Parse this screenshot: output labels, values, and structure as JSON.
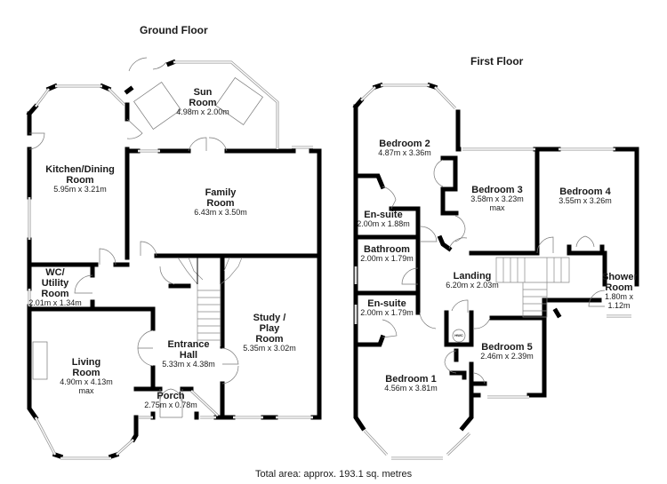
{
  "ground_floor": {
    "title": "Ground Floor",
    "rooms": [
      {
        "name": "Sun Room",
        "dimensions": "4.98m x 2.00m"
      },
      {
        "name": "Kitchen/Dining Room",
        "dimensions": "5.95m x 3.21m"
      },
      {
        "name": "Family Room",
        "dimensions": "6.43m x 3.50m"
      },
      {
        "name": "WC/ Utility Room",
        "dimensions": "2.01m x 1.34m"
      },
      {
        "name": "Study / Play Room",
        "dimensions": "5.35m x 3.02m"
      },
      {
        "name": "Entrance Hall",
        "dimensions": "5.33m x 4.38m"
      },
      {
        "name": "Living Room",
        "dimensions": "4.90m x 4.13m max"
      },
      {
        "name": "Porch",
        "dimensions": "2.75m x 0.78m"
      }
    ]
  },
  "first_floor": {
    "title": "First Floor",
    "rooms": [
      {
        "name": "Bedroom 2",
        "dimensions": "4.87m x 3.36m"
      },
      {
        "name": "Bedroom 3",
        "dimensions": "3.58m x 3.23m max"
      },
      {
        "name": "Bedroom 4",
        "dimensions": "3.55m x 3.26m"
      },
      {
        "name": "En-suite",
        "dimensions": "2.00m x 1.88m"
      },
      {
        "name": "Bathroom",
        "dimensions": "2.00m x 1.79m"
      },
      {
        "name": "Landing",
        "dimensions": "6.20m x 2.03m"
      },
      {
        "name": "Shower Room",
        "dimensions": "1.80m x 1.12m"
      },
      {
        "name": "En-suite",
        "dimensions": "2.00m x 1.79m"
      },
      {
        "name": "Bedroom 5",
        "dimensions": "2.46m x 2.39m"
      },
      {
        "name": "Bedroom 1",
        "dimensions": "4.56m x 3.81m"
      }
    ],
    "hwc_label": "HWC"
  },
  "total_area": "Total area: approx. 193.1 sq. metres"
}
